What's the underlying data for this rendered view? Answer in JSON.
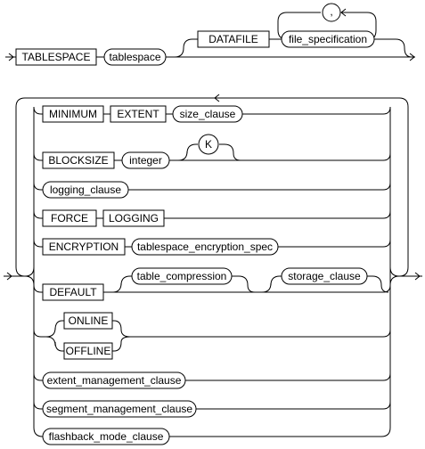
{
  "diagram": {
    "kw_tablespace": "TABLESPACE",
    "nt_tablespace": "tablespace",
    "kw_datafile": "DATAFILE",
    "nt_file_specification": "file_specification",
    "sep_comma": ",",
    "kw_minimum": "MINIMUM",
    "kw_extent": "EXTENT",
    "nt_size_clause": "size_clause",
    "kw_blocksize": "BLOCKSIZE",
    "nt_integer": "integer",
    "kw_k": "K",
    "nt_logging_clause": "logging_clause",
    "kw_force": "FORCE",
    "kw_logging": "LOGGING",
    "kw_encryption": "ENCRYPTION",
    "nt_tablespace_encryption_spec": "tablespace_encryption_spec",
    "kw_default": "DEFAULT",
    "nt_table_compression": "table_compression",
    "nt_storage_clause": "storage_clause",
    "kw_online": "ONLINE",
    "kw_offline": "OFFLINE",
    "nt_extent_management_clause": "extent_management_clause",
    "nt_segment_management_clause": "segment_management_clause",
    "nt_flashback_mode_clause": "flashback_mode_clause"
  }
}
